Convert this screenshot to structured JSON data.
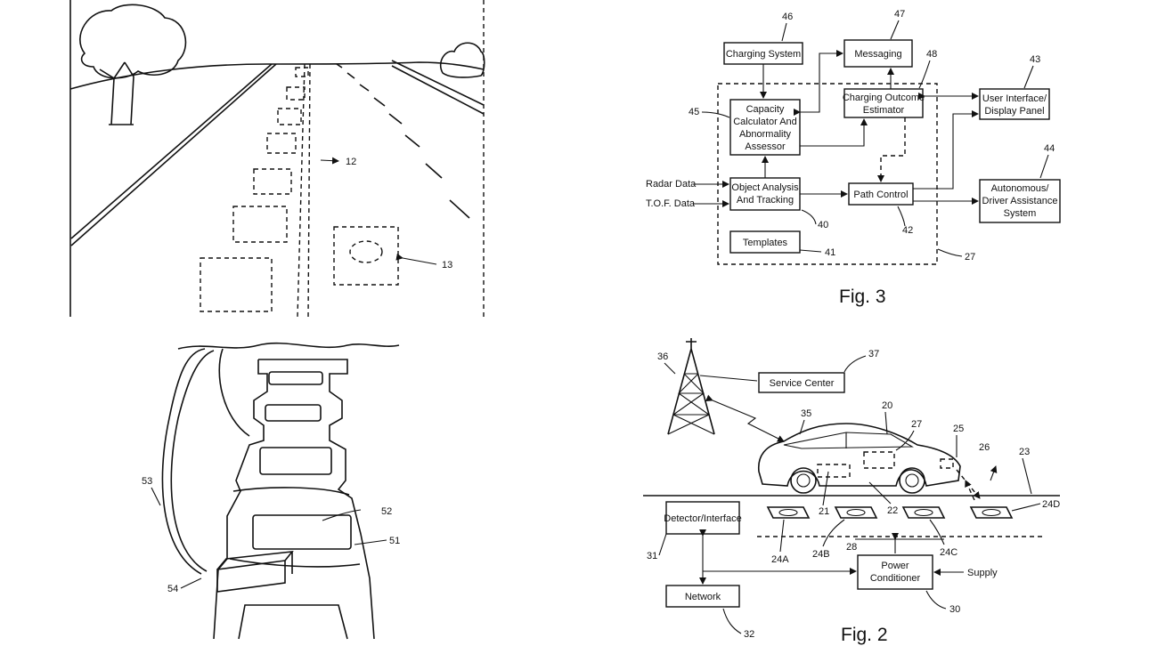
{
  "fig3": {
    "caption": "Fig. 3",
    "boxes": {
      "charging_system": "Charging System",
      "messaging": "Messaging",
      "capacity_1": "Capacity",
      "capacity_2": "Calculator And",
      "capacity_3": "Abnormality",
      "capacity_4": "Assessor",
      "outcome_1": "Charging Outcome",
      "outcome_2": "Estimator",
      "ui_1": "User Interface/",
      "ui_2": "Display Panel",
      "object_1": "Object Analysis",
      "object_2": "And Tracking",
      "path_control": "Path Control",
      "auto_1": "Autonomous/",
      "auto_2": "Driver Assistance",
      "auto_3": "System",
      "templates": "Templates"
    },
    "inputs": {
      "radar": "Radar Data",
      "tof": "T.O.F. Data"
    },
    "refs": {
      "r46": "46",
      "r47": "47",
      "r48": "48",
      "r43": "43",
      "r45": "45",
      "r44": "44",
      "r40": "40",
      "r41": "41",
      "r42": "42",
      "r27": "27"
    }
  },
  "fig2": {
    "caption": "Fig. 2",
    "boxes": {
      "service_center": "Service Center",
      "detector": "Detector/Interface",
      "network": "Network",
      "power_1": "Power",
      "power_2": "Conditioner"
    },
    "supply": "Supply",
    "refs": {
      "r36": "36",
      "r37": "37",
      "r35": "35",
      "r20": "20",
      "r27": "27",
      "r25": "25",
      "r26": "26",
      "r23": "23",
      "r21": "21",
      "r22": "22",
      "r24d": "24D",
      "r31": "31",
      "r24a": "24A",
      "r24b": "24B",
      "r28": "28",
      "r24c": "24C",
      "r30": "30",
      "r32": "32"
    }
  },
  "fig_road": {
    "refs": {
      "r12": "12",
      "r13": "13"
    }
  },
  "fig_pad": {
    "refs": {
      "r53": "53",
      "r52": "52",
      "r51": "51",
      "r54": "54"
    }
  }
}
